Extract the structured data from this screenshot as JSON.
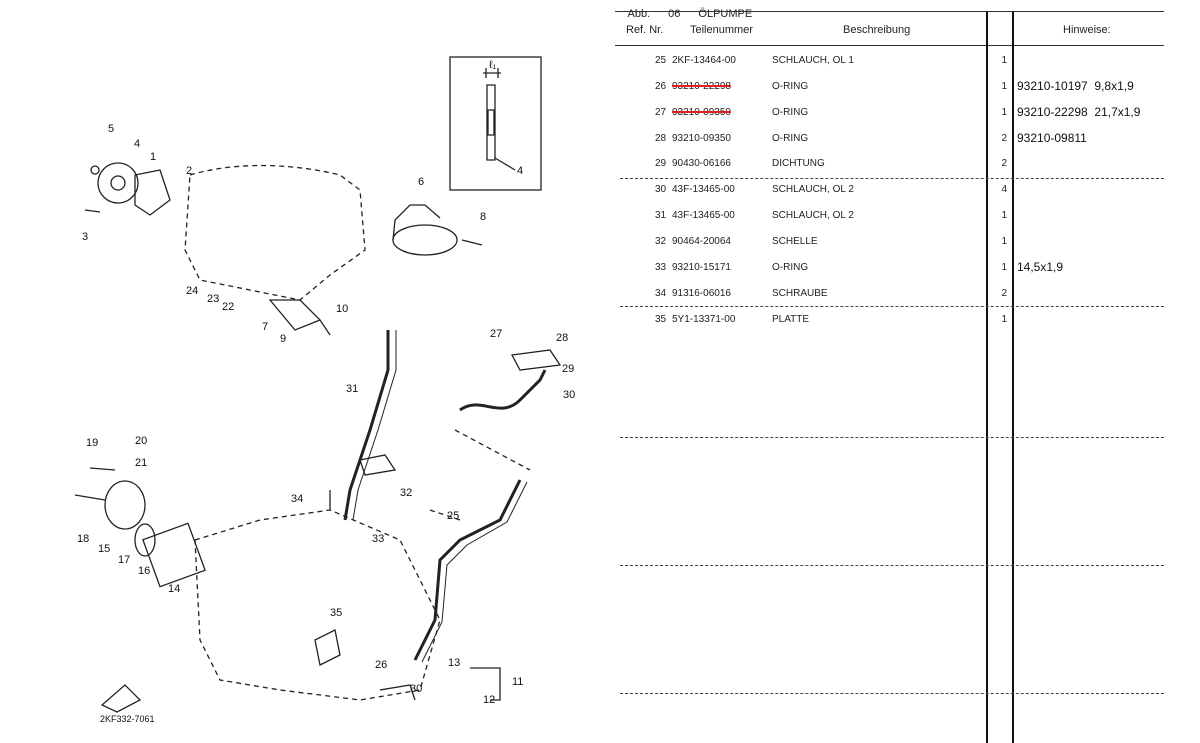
{
  "title": {
    "abb": "Abb.",
    "number": "06",
    "name": "ÖLPUMPE"
  },
  "table": {
    "headers": {
      "ref": "Ref. Nr.",
      "part": "Teilenummer",
      "desc": "Beschreibung",
      "notes": "Hinweise:"
    },
    "rows": [
      {
        "ref": "25",
        "part": "2KF-13464-00",
        "struck": false,
        "desc": "SCHLAUCH, OL 1",
        "qty": "1",
        "note": ""
      },
      {
        "ref": "26",
        "part": "93210-22298",
        "struck": true,
        "desc": "O-RING",
        "qty": "1",
        "note": "93210-10197  9,8x1,9"
      },
      {
        "ref": "27",
        "part": "93210-09350",
        "struck": true,
        "desc": "O-RING",
        "qty": "1",
        "note": "93210-22298  21,7x1,9"
      },
      {
        "ref": "28",
        "part": "93210-09350",
        "struck": false,
        "desc": "O-RING",
        "qty": "2",
        "note": "93210-09811"
      },
      {
        "ref": "29",
        "part": "90430-06166",
        "struck": false,
        "desc": "DICHTUNG",
        "qty": "2",
        "note": ""
      },
      {
        "ref": "30",
        "part": "43F-13465-00",
        "struck": false,
        "desc": "SCHLAUCH, OL 2",
        "qty": "4",
        "note": ""
      },
      {
        "ref": "31",
        "part": "43F-13465-00",
        "struck": false,
        "desc": "SCHLAUCH, OL 2",
        "qty": "1",
        "note": ""
      },
      {
        "ref": "32",
        "part": "90464-20064",
        "struck": false,
        "desc": "SCHELLE",
        "qty": "1",
        "note": ""
      },
      {
        "ref": "33",
        "part": "93210-15171",
        "struck": false,
        "desc": "O-RING",
        "qty": "1",
        "note": "14,5x1,9"
      },
      {
        "ref": "34",
        "part": "91316-06016",
        "struck": false,
        "desc": "SCHRAUBE",
        "qty": "2",
        "note": ""
      },
      {
        "ref": "35",
        "part": "5Y1-13371-00",
        "struck": false,
        "desc": "PLATTE",
        "qty": "1",
        "note": ""
      }
    ]
  },
  "diagram": {
    "code": "2KF332-7061",
    "inset_label": "ℓ₁",
    "callouts": [
      "1",
      "2",
      "3",
      "4",
      "5",
      "6",
      "7",
      "8",
      "9",
      "10",
      "11",
      "12",
      "13",
      "14",
      "15",
      "16",
      "17",
      "18",
      "19",
      "20",
      "21",
      "22",
      "23",
      "24",
      "25",
      "26",
      "27",
      "28",
      "29",
      "30",
      "31",
      "32",
      "33",
      "34",
      "35",
      "30",
      "4"
    ]
  }
}
